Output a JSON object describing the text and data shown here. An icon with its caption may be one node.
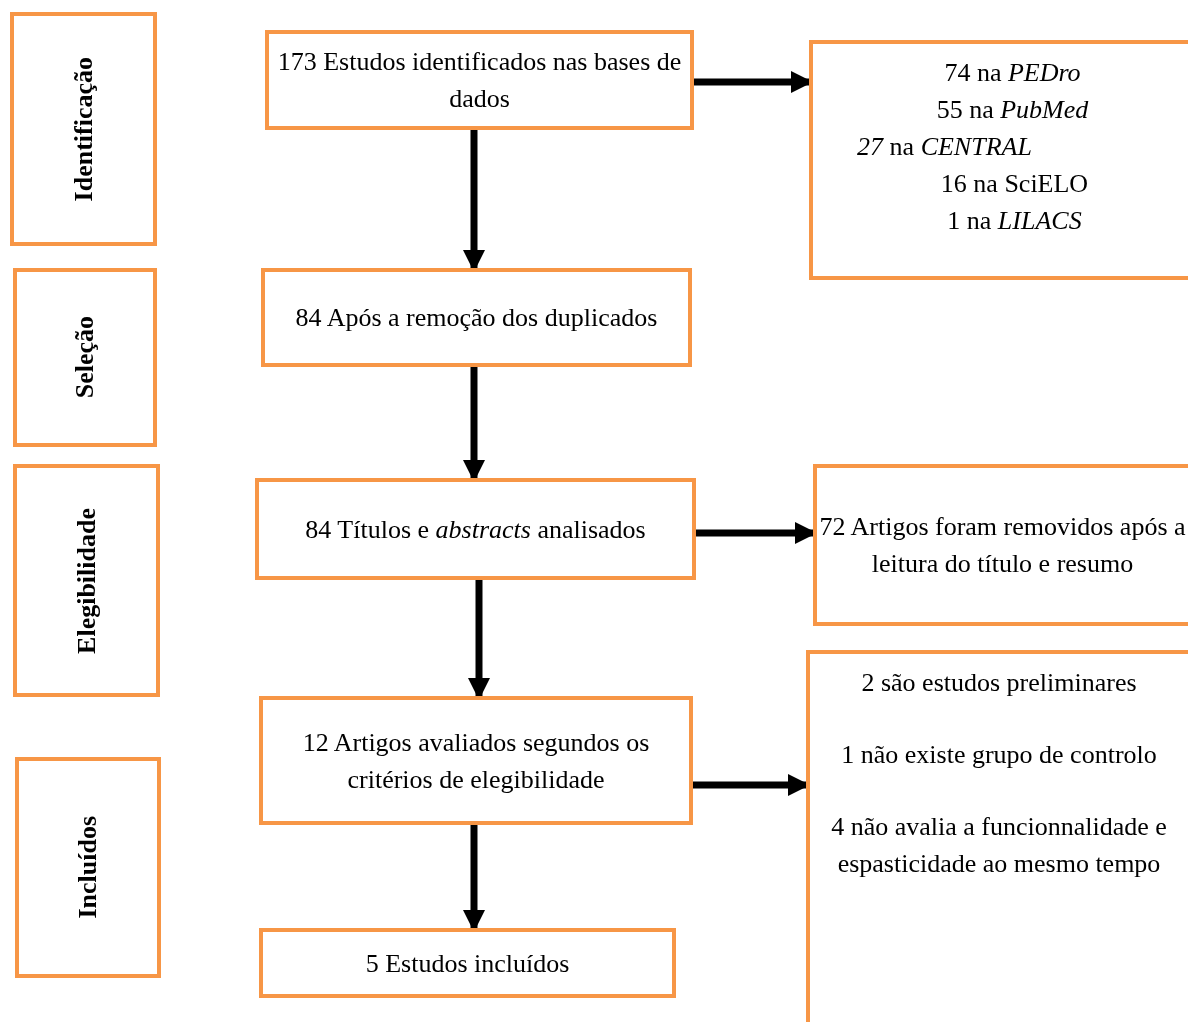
{
  "diagram": {
    "nodes": [
      {
        "text": [
          "Identificação"
        ]
      },
      {
        "text": [
          "Seleção"
        ]
      },
      {
        "text": [
          "Elegibilidade"
        ]
      },
      {
        "text": [
          "Incluídos"
        ]
      },
      {
        "text": [
          "173 Estudos identificados nas bases de dados"
        ]
      },
      {
        "text": [
          "74 na *PEDro*",
          "55 na *PubMed*",
          "*27* na *CENTRAL*",
          "16 na SciELO",
          "1 na *LILACS*"
        ]
      },
      {
        "text": [
          "84 Após a remoção dos duplicados"
        ]
      },
      {
        "text": [
          "84 Títulos e *abstracts* analisados"
        ]
      },
      {
        "text": [
          "72 Artigos foram removidos após a leitura do título e resumo"
        ]
      },
      {
        "text": [
          "12 Artigos avaliados segundos os critérios de elegibilidade"
        ]
      },
      {
        "text": [
          "2 são estudos preliminares",
          "1 não existe grupo de controlo",
          "4 não avalia a funcionnalidade e espasticidade ao mesmo tempo"
        ]
      },
      {
        "text": [
          "5 Estudos incluídos"
        ]
      }
    ],
    "edges": [
      {
        "from": 4,
        "to": 6,
        "arrow": "to"
      },
      {
        "from": 6,
        "to": 7,
        "arrow": "to"
      },
      {
        "from": 7,
        "to": 9,
        "arrow": "to"
      },
      {
        "from": 9,
        "to": 11,
        "arrow": "to"
      },
      {
        "from": 4,
        "to": 5,
        "arrow": "to"
      },
      {
        "from": 7,
        "to": 8,
        "arrow": "to"
      },
      {
        "from": 9,
        "to": 10,
        "arrow": "to"
      }
    ]
  }
}
